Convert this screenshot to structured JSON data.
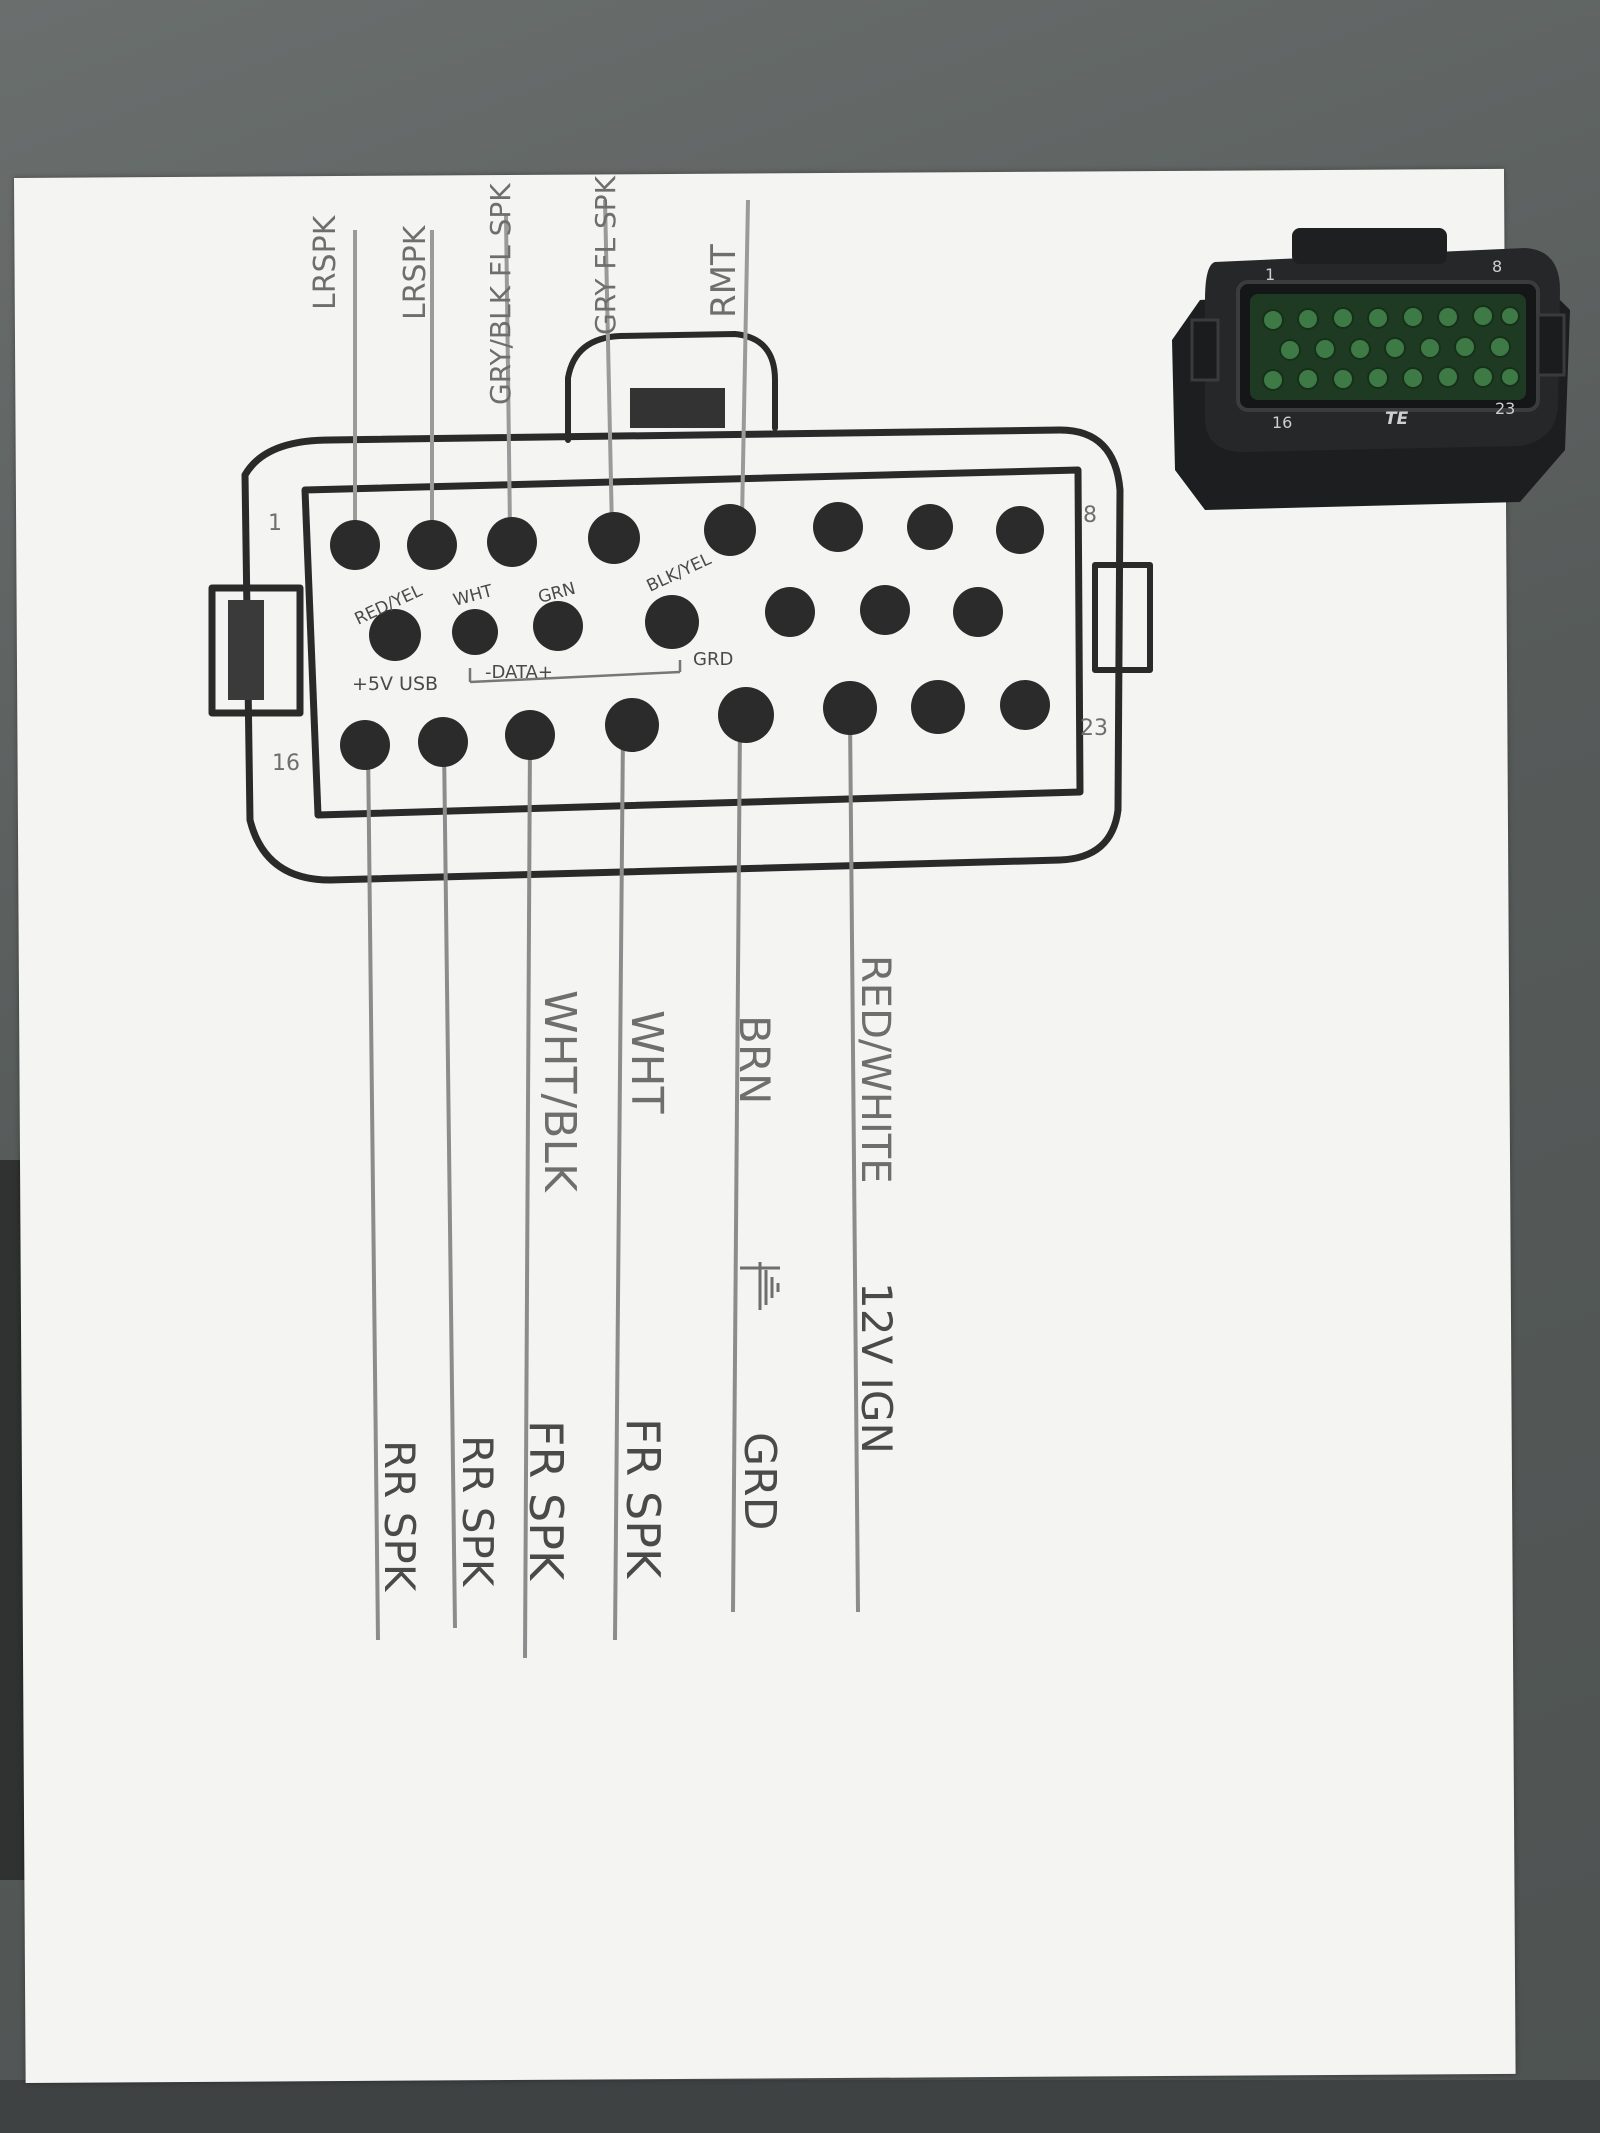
{
  "top_wires": [
    {
      "label": "LRSPK"
    },
    {
      "label": "LRSPK"
    },
    {
      "label": "GRY/BLK FL SPK"
    },
    {
      "label": "GRY FL SPK"
    },
    {
      "label": "RMT"
    }
  ],
  "middle_labels": {
    "red_yel": "RED/YEL",
    "wht": "WHT",
    "grn": "GRN",
    "blk_yel": "BLK/YEL",
    "plus5v_usb": "+5V USB",
    "data": "-DATA+",
    "grd": "GRD"
  },
  "pin_numbers": {
    "p1": "1",
    "p8": "8",
    "p16": "16",
    "p23": "23"
  },
  "bottom_wires": [
    {
      "color": "",
      "function": "RR SPK"
    },
    {
      "color": "",
      "function": "RR SPK"
    },
    {
      "color": "WHT/BLK",
      "function": "FR SPK"
    },
    {
      "color": "WHT",
      "function": "FR SPK"
    },
    {
      "color": "BRN",
      "function": "GRD"
    },
    {
      "color": "RED/WHITE",
      "function": "12V IGN"
    }
  ],
  "connector_photo": {
    "pin_1": "1",
    "pin_8": "8",
    "pin_16": "16",
    "pin_23": "23",
    "brand": "TE"
  }
}
